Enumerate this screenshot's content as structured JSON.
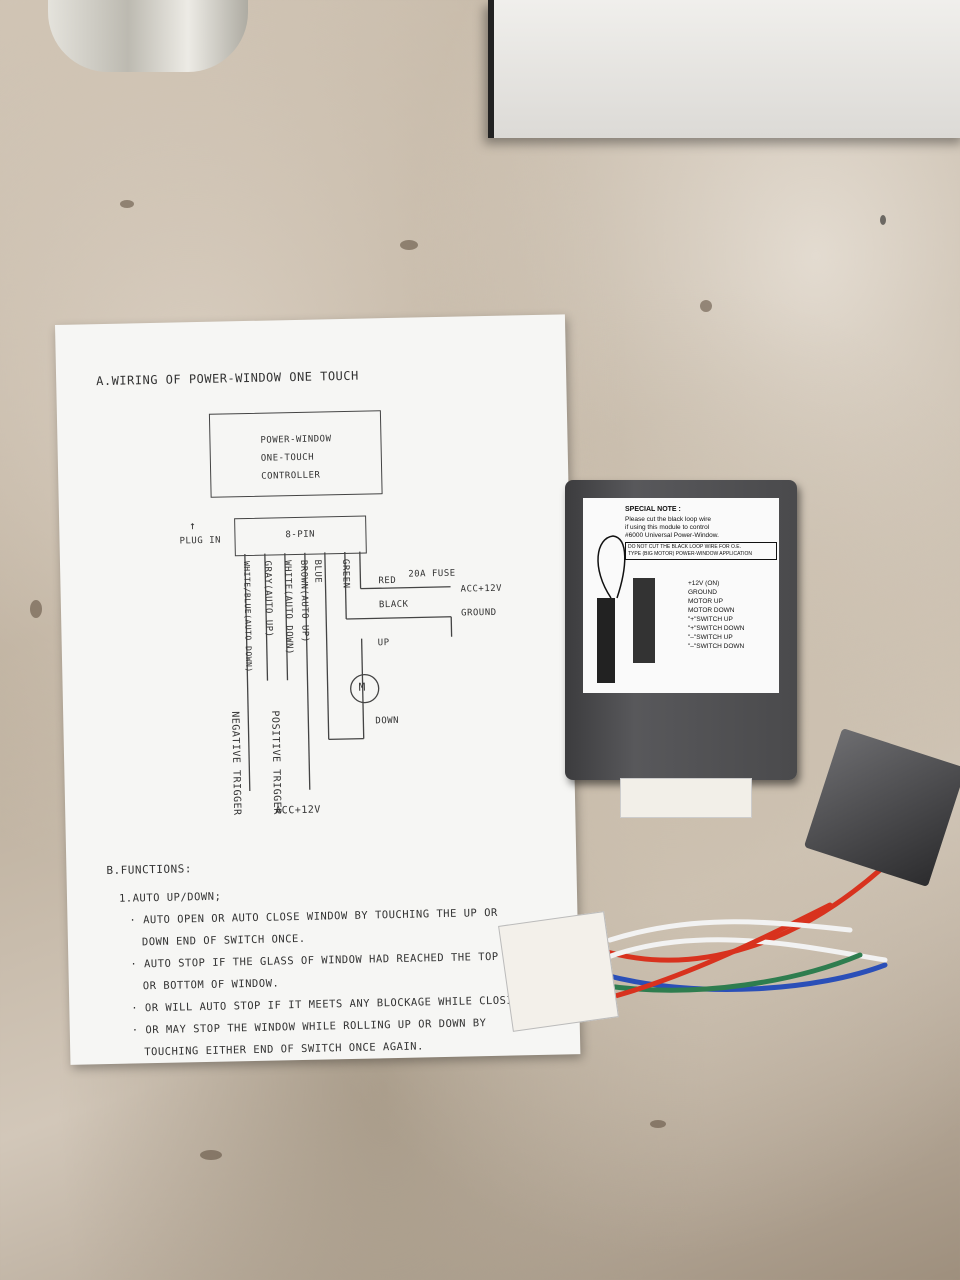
{
  "diagram": {
    "heading": "A.WIRING OF POWER-WINDOW ONE TOUCH",
    "controller_line1": "POWER-WINDOW",
    "controller_line2": "ONE-TOUCH",
    "controller_line3": "CONTROLLER",
    "plug_in": "PLUG IN",
    "pin": "8-PIN",
    "red": "RED",
    "fuse": "20A FUSE",
    "acc_right": "ACC+12V",
    "black": "BLACK",
    "ground": "GROUND",
    "green": "GREEN",
    "blue": "BLUE",
    "brown": "BROWN(AUTO UP)",
    "white": "WHITE(AUTO DOWN)",
    "gray": "GRAY(AUTO UP)",
    "whiteblue": "WHITE/BLUE(AUTO DOWN)",
    "up": "UP",
    "motor": "M",
    "down": "DOWN",
    "negative": "NEGATIVE TRIGGER",
    "positive": "POSITIVE TRIGGER",
    "acc_bottom": "ACC+12V"
  },
  "functions": {
    "heading": "B.FUNCTIONS:",
    "item1": "1.AUTO UP/DOWN;",
    "line1": "· AUTO OPEN OR AUTO CLOSE WINDOW BY TOUCHING THE UP OR",
    "line2": "DOWN END OF SWITCH ONCE.",
    "line3": "· AUTO STOP IF THE GLASS OF WINDOW HAD REACHED THE TOP",
    "line4": "OR BOTTOM OF WINDOW.",
    "line5": "· OR WILL AUTO STOP IF IT MEETS ANY BLOCKAGE WHILE CLOSING.",
    "line6": "· OR MAY STOP THE WINDOW WHILE ROLLING UP OR DOWN BY",
    "line7": "TOUCHING EITHER END OF SWITCH ONCE AGAIN."
  },
  "module_label": {
    "special_note": "SPECIAL NOTE :",
    "note1": "Please cut the black loop wire",
    "note2": "if using this module to control",
    "note3": "#6000 Universal Power-Window.",
    "warn1": "DO NOT CUT THE BLACK LOOP WIRE FOR O.E.",
    "warn2": "TYPE (BIG MOTOR) POWER-WINDOW APPLICATION",
    "pin1": "+12V (ON)",
    "pin2": "GROUND",
    "pin3": "MOTOR UP",
    "pin4": "MOTOR DOWN",
    "pin5": "\"+\"SWITCH UP",
    "pin6": "\"+\"SWITCH DOWN",
    "pin7": "\"–\"SWITCH UP",
    "pin8": "\"–\"SWITCH DOWN"
  },
  "colors": {
    "wire_red": "#d8321e",
    "wire_blue": "#2a4fb8",
    "wire_green": "#2e7d4f",
    "wire_white": "#f2f2f2",
    "module": "#4a4a4c"
  }
}
